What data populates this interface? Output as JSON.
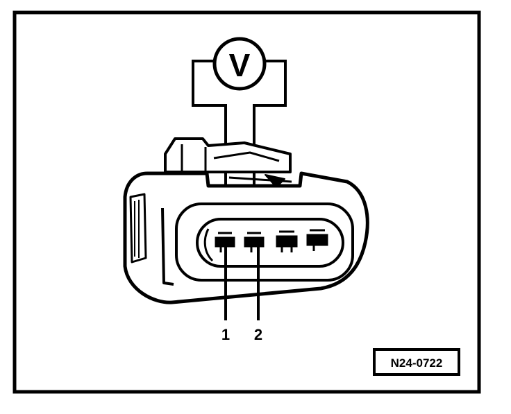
{
  "diagram": {
    "meter_symbol": "V",
    "pin_labels": [
      "1",
      "2"
    ],
    "reference_code": "N24-0722"
  },
  "colors": {
    "line": "#000000",
    "background": "#ffffff"
  }
}
